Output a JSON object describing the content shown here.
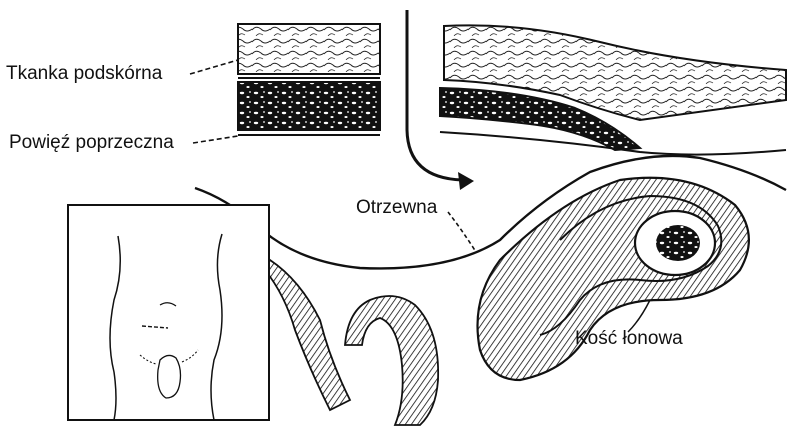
{
  "labels": {
    "subcutaneous_tissue": "Tkanka podskórna",
    "transversalis_fascia": "Powięź poprzeczna",
    "peritoneum": "Otrzewna",
    "pubic_bone": "Kość łonowa"
  },
  "colors": {
    "ink": "#111111",
    "background": "#ffffff"
  }
}
